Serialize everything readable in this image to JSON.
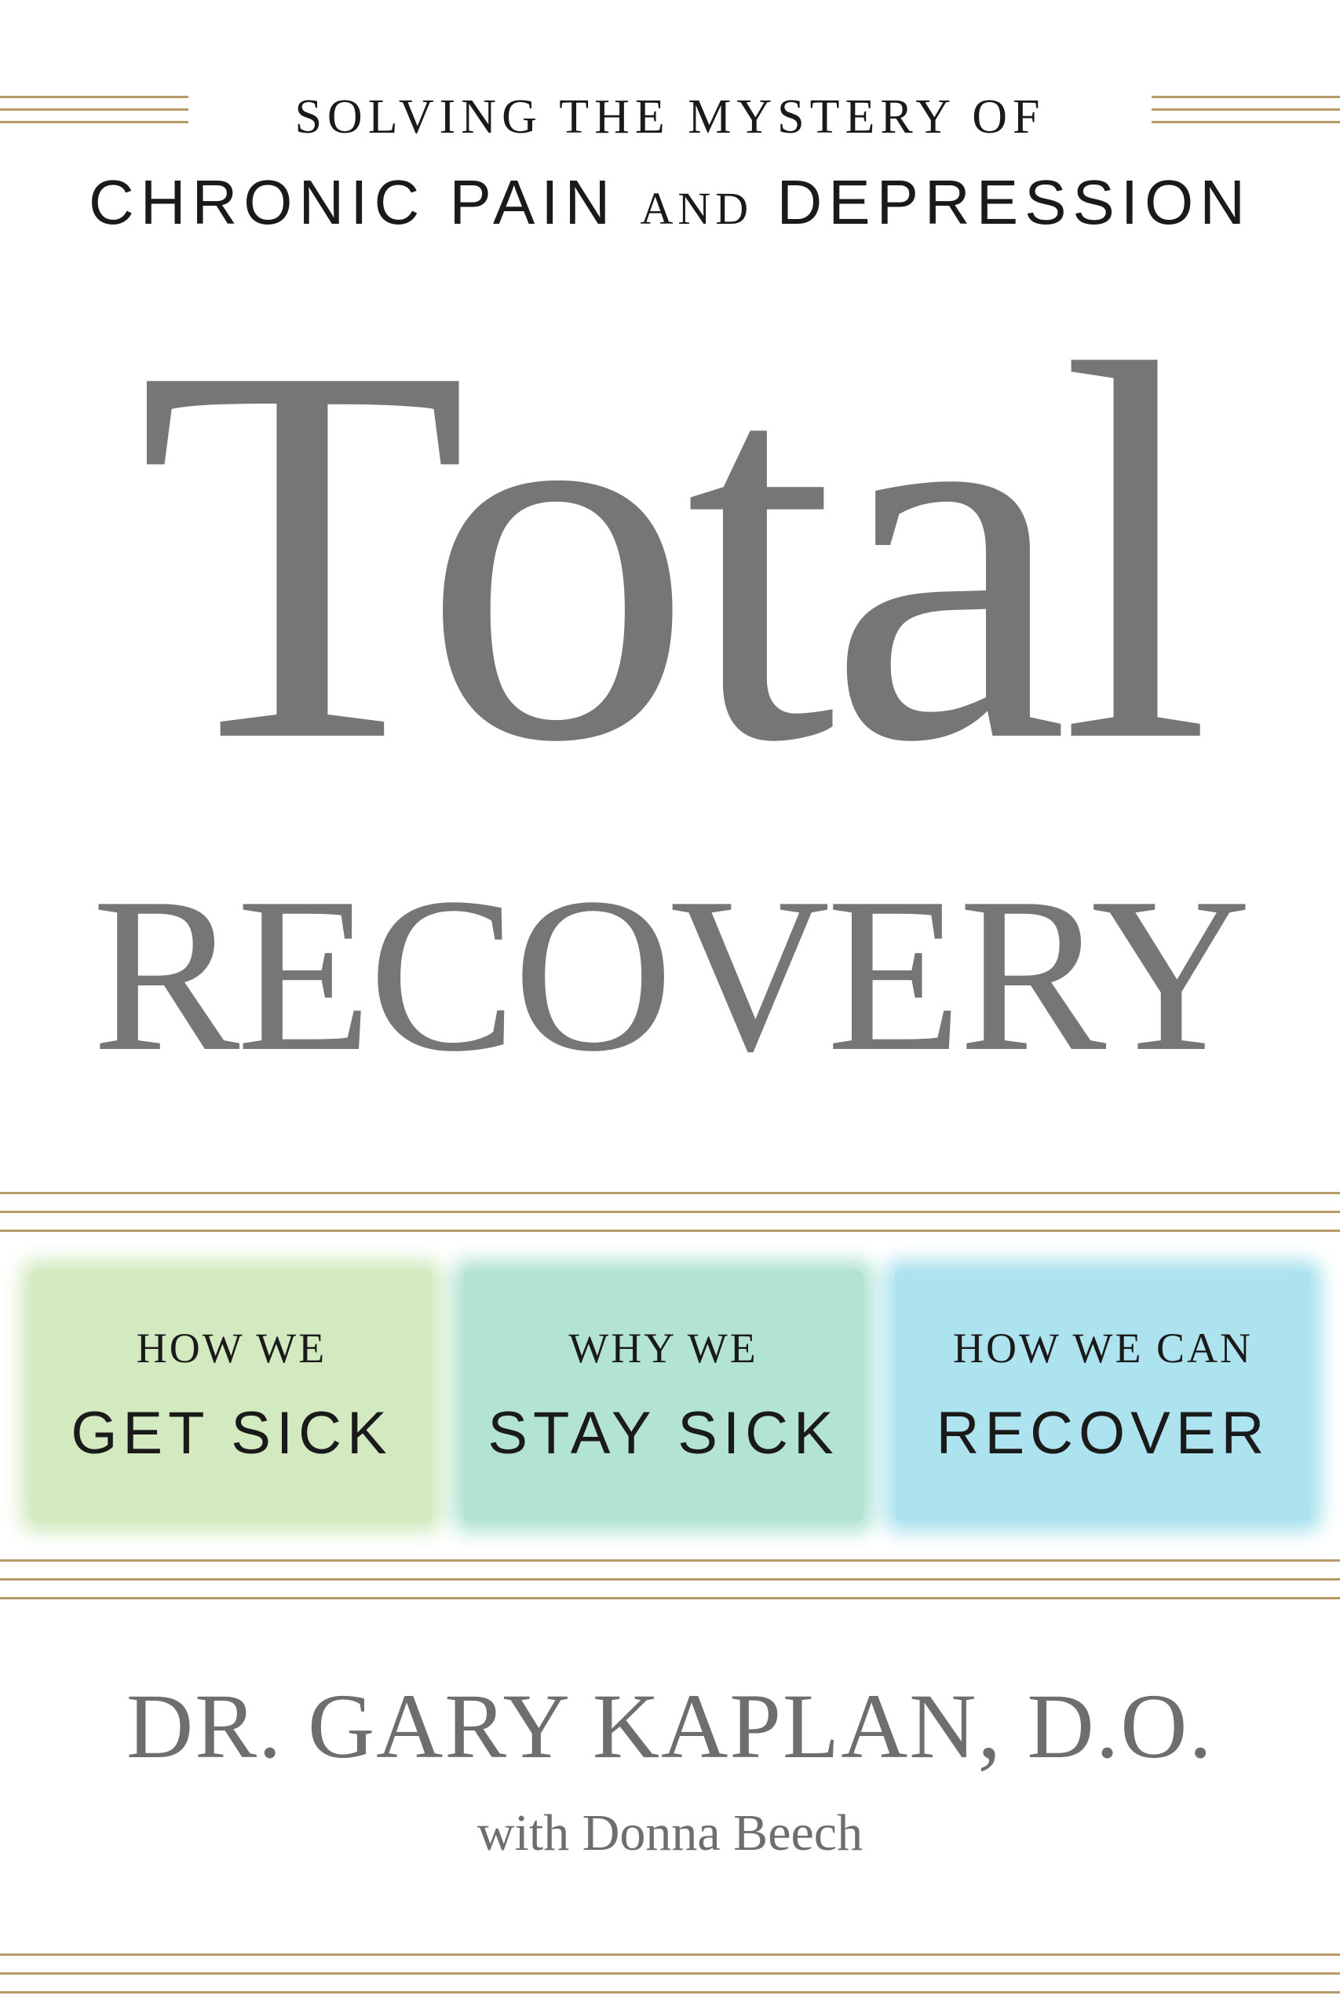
{
  "cover": {
    "subtitle_line1": "SOLVING THE MYSTERY OF",
    "subtitle_line2_a": "CHRONIC PAIN",
    "subtitle_line2_b": "AND",
    "subtitle_line2_c": "DEPRESSION",
    "title_main": "Total",
    "title_sub": "RECOVERY",
    "panels": [
      {
        "line1": "HOW WE",
        "line2": "GET SICK"
      },
      {
        "line1": "WHY WE",
        "line2": "STAY SICK"
      },
      {
        "line1": "HOW WE CAN",
        "line2": "RECOVER"
      }
    ],
    "author": "DR. GARY KAPLAN, D.O.",
    "coauthor": "with Donna Beech"
  },
  "colors": {
    "rule_gold": "#b59a6a",
    "title_gray": "#767676",
    "panel_green": "#d3eac0",
    "panel_teal": "#b3e4d3",
    "panel_blue": "#ade3ee"
  }
}
